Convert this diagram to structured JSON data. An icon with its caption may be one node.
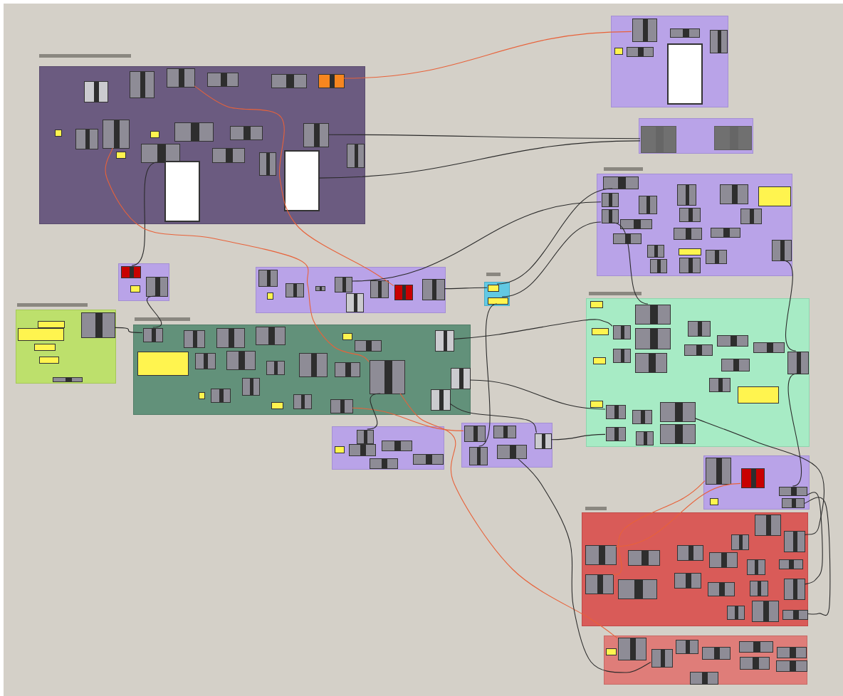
{
  "diagram": {
    "nodes": [
      {
        "text": [],
        "shape": "box"
      },
      {
        "text": [],
        "shape": "box"
      },
      {
        "text": [],
        "shape": "box"
      },
      {
        "text": [],
        "shape": "box"
      },
      {
        "text": [],
        "shape": "box"
      },
      {
        "text": [],
        "shape": "box"
      },
      {
        "text": [],
        "shape": "box"
      },
      {
        "text": [],
        "shape": "box"
      },
      {
        "text": [],
        "shape": "box"
      },
      {
        "text": [],
        "shape": "box"
      },
      {
        "text": [],
        "shape": "box"
      },
      {
        "text": [],
        "shape": "box"
      },
      {
        "text": [],
        "shape": "box"
      },
      {
        "text": [],
        "shape": "box"
      },
      {
        "text": [],
        "shape": "box"
      },
      {
        "text": [],
        "shape": "box",
        "in": 0
      },
      {
        "text": [],
        "shape": "box",
        "in": 0
      },
      {
        "text": [],
        "shape": "box",
        "in": 0
      },
      {
        "text": [],
        "shape": "box",
        "in": 0
      },
      {
        "text": [],
        "shape": "box",
        "in": 0
      },
      {
        "text": [],
        "shape": "box",
        "in": 0
      },
      {
        "text": [],
        "shape": "box",
        "in": 0
      },
      {
        "text": [],
        "shape": "box",
        "in": 0
      },
      {
        "text": [],
        "shape": "box",
        "in": 0
      },
      {
        "text": [],
        "shape": "box",
        "in": 0
      },
      {
        "text": [],
        "shape": "box",
        "in": 0
      },
      {
        "text": [],
        "shape": "box",
        "in": 0
      },
      {
        "text": [],
        "shape": "box",
        "in": 0
      },
      {
        "text": [],
        "shape": "box",
        "in": 0
      },
      {
        "text": [],
        "shape": "box",
        "in": 0
      },
      {
        "text": [],
        "shape": "box",
        "in": 0
      },
      {
        "text": [],
        "shape": "box",
        "in": 0
      },
      {
        "text": [],
        "shape": "box",
        "in": 0
      },
      {
        "text": [],
        "shape": "box",
        "in": 0
      },
      {
        "text": [],
        "shape": "box",
        "in": 0
      },
      {
        "text": [],
        "shape": "box",
        "in": 1
      },
      {
        "text": [],
        "shape": "box",
        "in": 1
      },
      {
        "text": [],
        "shape": "box",
        "in": 1
      },
      {
        "text": [],
        "shape": "box",
        "in": 1
      },
      {
        "text": [],
        "shape": "box",
        "in": 1
      },
      {
        "text": [],
        "shape": "box",
        "in": 1
      },
      {
        "text": [],
        "shape": "box",
        "in": 2
      },
      {
        "text": [],
        "shape": "box",
        "in": 2
      },
      {
        "text": [],
        "shape": "box",
        "in": 3
      },
      {
        "text": [],
        "shape": "box",
        "in": 3
      },
      {
        "text": [],
        "shape": "box",
        "in": 3
      },
      {
        "text": [],
        "shape": "box",
        "in": 3
      },
      {
        "text": [],
        "shape": "box",
        "in": 3
      },
      {
        "text": [],
        "shape": "box",
        "in": 3
      },
      {
        "text": [],
        "shape": "box",
        "in": 3
      },
      {
        "text": [],
        "shape": "box",
        "in": 3
      },
      {
        "text": [],
        "shape": "box",
        "in": 3
      },
      {
        "text": [],
        "shape": "box",
        "in": 3
      },
      {
        "text": [],
        "shape": "box",
        "in": 3
      },
      {
        "text": [],
        "shape": "box",
        "in": 3
      },
      {
        "text": [],
        "shape": "box",
        "in": 3
      },
      {
        "text": [],
        "shape": "box",
        "in": 3
      },
      {
        "text": [],
        "shape": "box",
        "in": 3
      },
      {
        "text": [],
        "shape": "box",
        "in": 3
      },
      {
        "text": [],
        "shape": "box",
        "in": 3
      },
      {
        "text": [],
        "shape": "box",
        "in": 3
      },
      {
        "text": [],
        "shape": "box",
        "in": 3
      },
      {
        "text": [],
        "shape": "box",
        "in": 4
      },
      {
        "text": [],
        "shape": "box",
        "in": 4
      },
      {
        "text": [],
        "shape": "box",
        "in": 4
      },
      {
        "text": [],
        "shape": "box",
        "in": 5
      },
      {
        "text": [],
        "shape": "box",
        "in": 5
      },
      {
        "text": [],
        "shape": "box",
        "in": 5
      },
      {
        "text": [],
        "shape": "box",
        "in": 5
      },
      {
        "text": [],
        "shape": "box",
        "in": 5
      },
      {
        "text": [],
        "shape": "box",
        "in": 5
      },
      {
        "text": [],
        "shape": "box",
        "in": 5
      },
      {
        "text": [],
        "shape": "box",
        "in": 5
      },
      {
        "text": [],
        "shape": "box",
        "in": 5
      },
      {
        "text": [],
        "shape": "box",
        "in": 6
      },
      {
        "text": [],
        "shape": "box",
        "in": 6
      },
      {
        "text": [],
        "shape": "box",
        "in": 7
      },
      {
        "text": [],
        "shape": "box",
        "in": 7
      },
      {
        "text": [],
        "shape": "box",
        "in": 7
      },
      {
        "text": [],
        "shape": "box",
        "in": 7
      },
      {
        "text": [],
        "shape": "box",
        "in": 7
      },
      {
        "text": [],
        "shape": "box",
        "in": 7
      },
      {
        "text": [],
        "shape": "box",
        "in": 8
      },
      {
        "text": [],
        "shape": "box",
        "in": 8
      },
      {
        "text": [],
        "shape": "box",
        "in": 8
      },
      {
        "text": [],
        "shape": "box",
        "in": 8
      },
      {
        "text": [],
        "shape": "box",
        "in": 8
      },
      {
        "text": [],
        "shape": "box",
        "in": 8
      },
      {
        "text": [],
        "shape": "box",
        "in": 8
      },
      {
        "text": [],
        "shape": "box",
        "in": 8
      },
      {
        "text": [],
        "shape": "box",
        "in": 8
      },
      {
        "text": [],
        "shape": "box",
        "in": 8
      },
      {
        "text": [],
        "shape": "box",
        "in": 8
      },
      {
        "text": [],
        "shape": "box",
        "in": 8
      },
      {
        "text": [],
        "shape": "box",
        "in": 8
      },
      {
        "text": [],
        "shape": "box",
        "in": 8
      },
      {
        "text": [],
        "shape": "box",
        "in": 8
      },
      {
        "text": [],
        "shape": "box",
        "in": 8
      },
      {
        "text": [],
        "shape": "box",
        "in": 8
      },
      {
        "text": [],
        "shape": "box",
        "in": 8
      },
      {
        "text": [],
        "shape": "box",
        "in": 8
      },
      {
        "text": [],
        "shape": "box",
        "in": 8
      },
      {
        "text": [],
        "shape": "box",
        "in": 8
      },
      {
        "text": [],
        "shape": "box",
        "in": 8
      },
      {
        "text": [],
        "shape": "box",
        "in": 9
      },
      {
        "text": [],
        "shape": "box",
        "in": 9
      },
      {
        "text": [],
        "shape": "box",
        "in": 9
      },
      {
        "text": [],
        "shape": "box",
        "in": 9
      },
      {
        "text": [],
        "shape": "box",
        "in": 9
      },
      {
        "text": [],
        "shape": "box",
        "in": 9
      },
      {
        "text": [],
        "shape": "box",
        "in": 10
      },
      {
        "text": [],
        "shape": "box",
        "in": 10
      },
      {
        "text": [],
        "shape": "box",
        "in": 10
      },
      {
        "text": [],
        "shape": "box",
        "in": 10
      },
      {
        "text": [],
        "shape": "box",
        "in": 10
      },
      {
        "text": [],
        "shape": "box",
        "in": 11
      },
      {
        "text": [],
        "shape": "box",
        "in": 11
      },
      {
        "text": [],
        "shape": "box",
        "in": 11
      },
      {
        "text": [],
        "shape": "box",
        "in": 11
      },
      {
        "text": [],
        "shape": "box",
        "in": 11
      },
      {
        "text": [],
        "shape": "box",
        "in": 11
      },
      {
        "text": [],
        "shape": "box",
        "in": 11
      },
      {
        "text": [],
        "shape": "box",
        "in": 11
      },
      {
        "text": [],
        "shape": "box",
        "in": 11
      },
      {
        "text": [],
        "shape": "box",
        "in": 11
      },
      {
        "text": [],
        "shape": "box",
        "in": 11
      },
      {
        "text": [],
        "shape": "box",
        "in": 11
      },
      {
        "text": [],
        "shape": "box",
        "in": 11
      },
      {
        "text": [],
        "shape": "box",
        "in": 11
      },
      {
        "text": [],
        "shape": "box",
        "in": 11
      },
      {
        "text": [],
        "shape": "box",
        "in": 11
      },
      {
        "text": [],
        "shape": "box",
        "in": 11
      },
      {
        "text": [],
        "shape": "box",
        "in": 11
      },
      {
        "text": [],
        "shape": "box",
        "in": 11
      },
      {
        "text": [],
        "shape": "box",
        "in": 11
      },
      {
        "text": [],
        "shape": "box",
        "in": 11
      },
      {
        "text": [],
        "shape": "box",
        "in": 11
      },
      {
        "text": [],
        "shape": "box",
        "in": 11
      },
      {
        "text": [],
        "shape": "box",
        "in": 12
      },
      {
        "text": [],
        "shape": "box",
        "in": 12
      },
      {
        "text": [],
        "shape": "box",
        "in": 12
      },
      {
        "text": [],
        "shape": "box",
        "in": 12
      },
      {
        "text": [],
        "shape": "box",
        "in": 12
      },
      {
        "text": [],
        "shape": "box",
        "in": 13
      },
      {
        "text": [],
        "shape": "box",
        "in": 13
      },
      {
        "text": [],
        "shape": "box",
        "in": 13
      },
      {
        "text": [],
        "shape": "box",
        "in": 13
      },
      {
        "text": [],
        "shape": "box",
        "in": 13
      },
      {
        "text": [],
        "shape": "box",
        "in": 13
      },
      {
        "text": [],
        "shape": "box",
        "in": 13
      },
      {
        "text": [],
        "shape": "box",
        "in": 13
      },
      {
        "text": [],
        "shape": "box",
        "in": 13
      },
      {
        "text": [],
        "shape": "box",
        "in": 13
      },
      {
        "text": [],
        "shape": "box",
        "in": 13
      },
      {
        "text": [],
        "shape": "box",
        "in": 13
      },
      {
        "text": [],
        "shape": "box",
        "in": 13
      },
      {
        "text": [],
        "shape": "box",
        "in": 13
      },
      {
        "text": [],
        "shape": "box",
        "in": 13
      },
      {
        "text": [],
        "shape": "box",
        "in": 13
      },
      {
        "text": [],
        "shape": "box",
        "in": 13
      },
      {
        "text": [],
        "shape": "box",
        "in": 13
      },
      {
        "text": [],
        "shape": "box",
        "in": 14
      },
      {
        "text": [],
        "shape": "box",
        "in": 14
      },
      {
        "text": [],
        "shape": "box",
        "in": 14
      },
      {
        "text": [],
        "shape": "box",
        "in": 14
      },
      {
        "text": [],
        "shape": "box",
        "in": 14
      },
      {
        "text": [],
        "shape": "box",
        "in": 14
      },
      {
        "text": [],
        "shape": "box",
        "in": 14
      },
      {
        "text": [],
        "shape": "box",
        "in": 14
      },
      {
        "text": [],
        "shape": "box",
        "in": 14
      },
      {
        "text": [],
        "shape": "box",
        "in": 14
      }
    ],
    "edges": [
      {
        "from": 20,
        "to": 35,
        "arrow": "none",
        "color": "#e8623a"
      },
      {
        "from": 27,
        "to": 41,
        "arrow": "none"
      },
      {
        "from": 29,
        "to": 41,
        "arrow": "none"
      },
      {
        "from": 25,
        "to": 62,
        "arrow": "none"
      },
      {
        "from": 17,
        "to": 71,
        "arrow": "none",
        "color": "#e8623a"
      },
      {
        "from": 22,
        "to": 94,
        "arrow": "none",
        "color": "#e8623a"
      },
      {
        "from": 94,
        "to": 161,
        "arrow": "none",
        "color": "#e8623a"
      },
      {
        "from": 63,
        "to": 82,
        "arrow": "none"
      },
      {
        "from": 76,
        "to": 82,
        "arrow": "none"
      },
      {
        "from": 72,
        "to": 74,
        "arrow": "none"
      },
      {
        "from": 74,
        "to": 43,
        "arrow": "none"
      },
      {
        "from": 75,
        "to": 45,
        "arrow": "none"
      },
      {
        "from": 75,
        "to": 112,
        "arrow": "none"
      },
      {
        "from": 68,
        "to": 44,
        "arrow": "none"
      },
      {
        "from": 97,
        "to": 114,
        "arrow": "none"
      },
      {
        "from": 96,
        "to": 130,
        "arrow": "none"
      },
      {
        "from": 95,
        "to": 118,
        "arrow": "none"
      },
      {
        "from": 114,
        "to": 131,
        "arrow": "none"
      },
      {
        "from": 113,
        "to": 162,
        "arrow": "none"
      },
      {
        "from": 100,
        "to": 110,
        "arrow": "none",
        "color": "#e8623a"
      },
      {
        "from": 94,
        "to": 104,
        "arrow": "none"
      },
      {
        "from": 45,
        "to": 115,
        "arrow": "none"
      },
      {
        "from": 59,
        "to": 124,
        "arrow": "none"
      },
      {
        "from": 124,
        "to": 140,
        "arrow": "none"
      },
      {
        "from": 128,
        "to": 144,
        "arrow": "none"
      },
      {
        "from": 138,
        "to": 150,
        "arrow": "none",
        "color": "#e8623a"
      },
      {
        "from": 139,
        "to": 145,
        "arrow": "none",
        "color": "#e8623a"
      },
      {
        "from": 140,
        "to": 157,
        "arrow": "none"
      },
      {
        "from": 141,
        "to": 160,
        "arrow": "none"
      }
    ]
  }
}
